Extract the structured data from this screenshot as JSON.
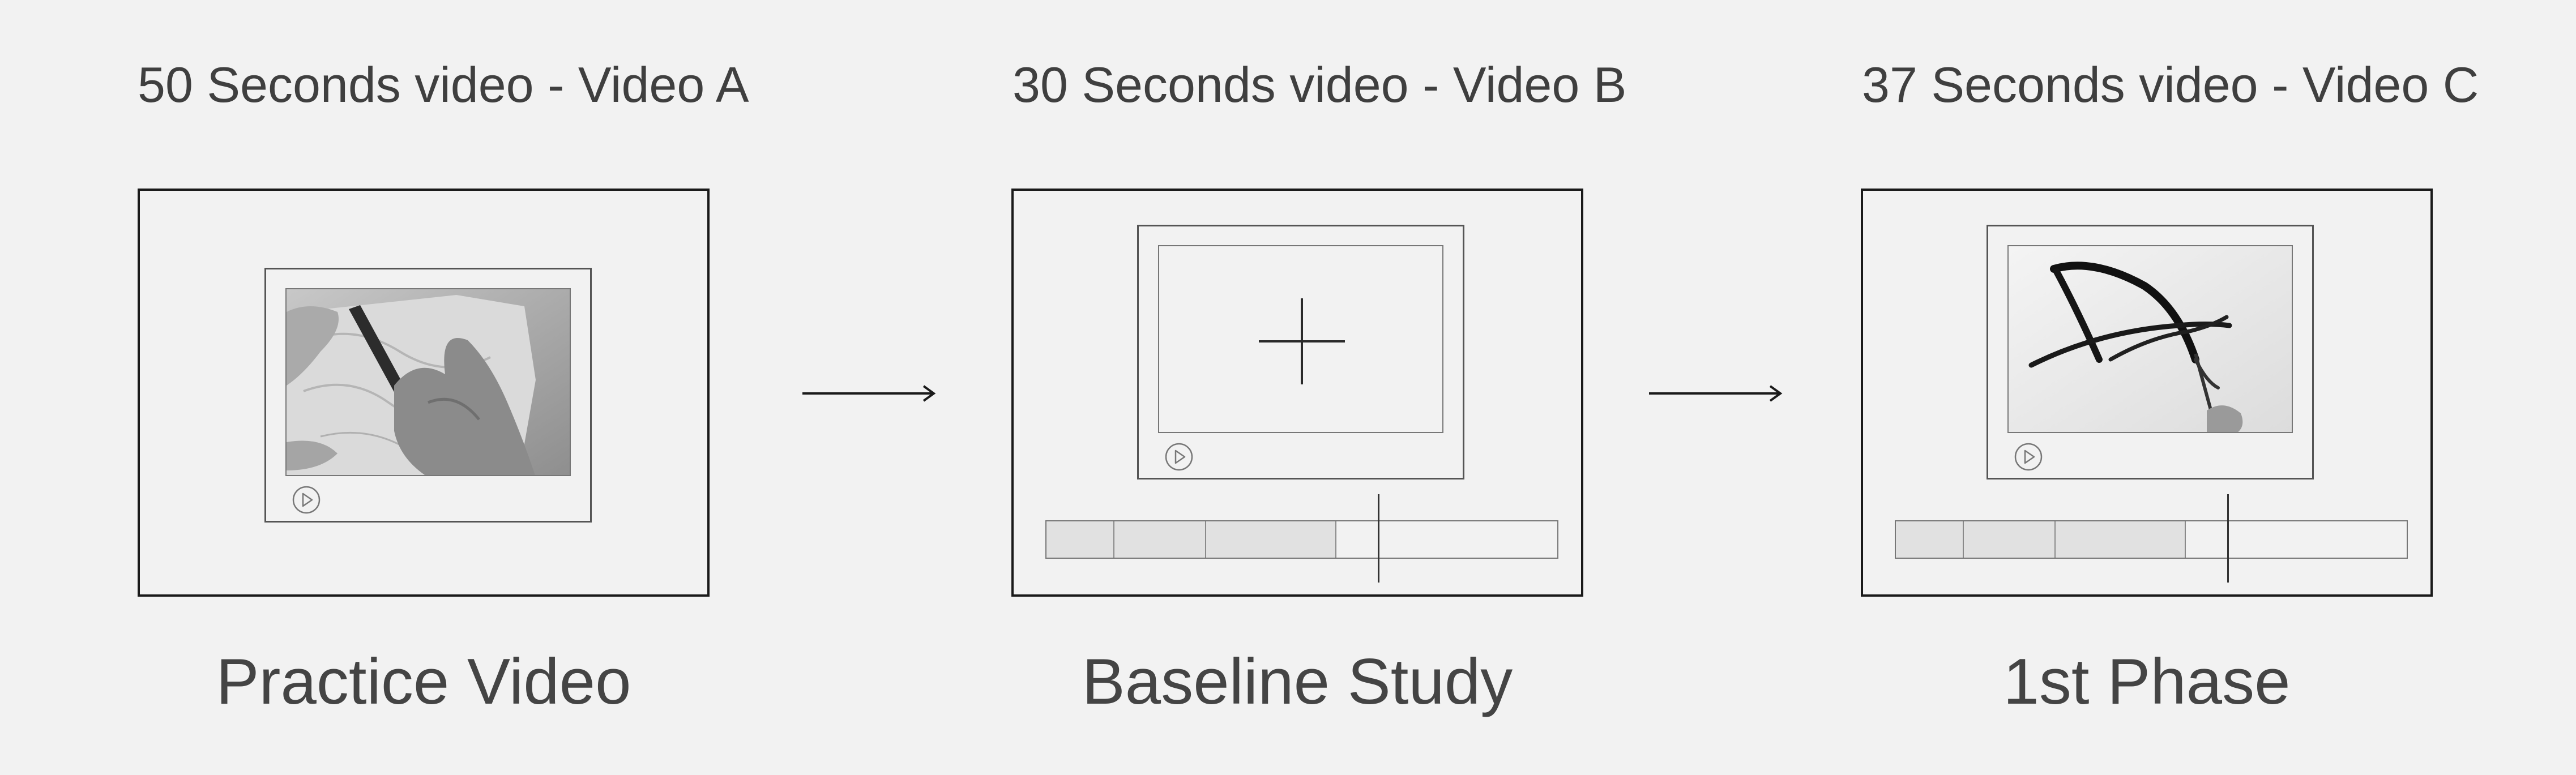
{
  "steps": [
    {
      "heading": "50 Seconds video - Video A",
      "caption": "Practice Video",
      "screen_content": "hands-sanding-photo",
      "has_timeline": false
    },
    {
      "heading": "30 Seconds video - Video B",
      "caption": "Baseline Study",
      "screen_content": "fixation-cross",
      "has_timeline": true
    },
    {
      "heading": "37 Seconds video - Video C",
      "caption": "1st Phase",
      "screen_content": "brush-painting-photo",
      "has_timeline": true
    }
  ],
  "connectors": [
    "arrow-right",
    "arrow-right"
  ],
  "icons": {
    "play": "play-circle-icon"
  },
  "colors": {
    "background": "#f2f2f2",
    "text": "#3f3f3f",
    "border": "#1a1a1a",
    "timeline_fill": "#e1e1e1"
  }
}
